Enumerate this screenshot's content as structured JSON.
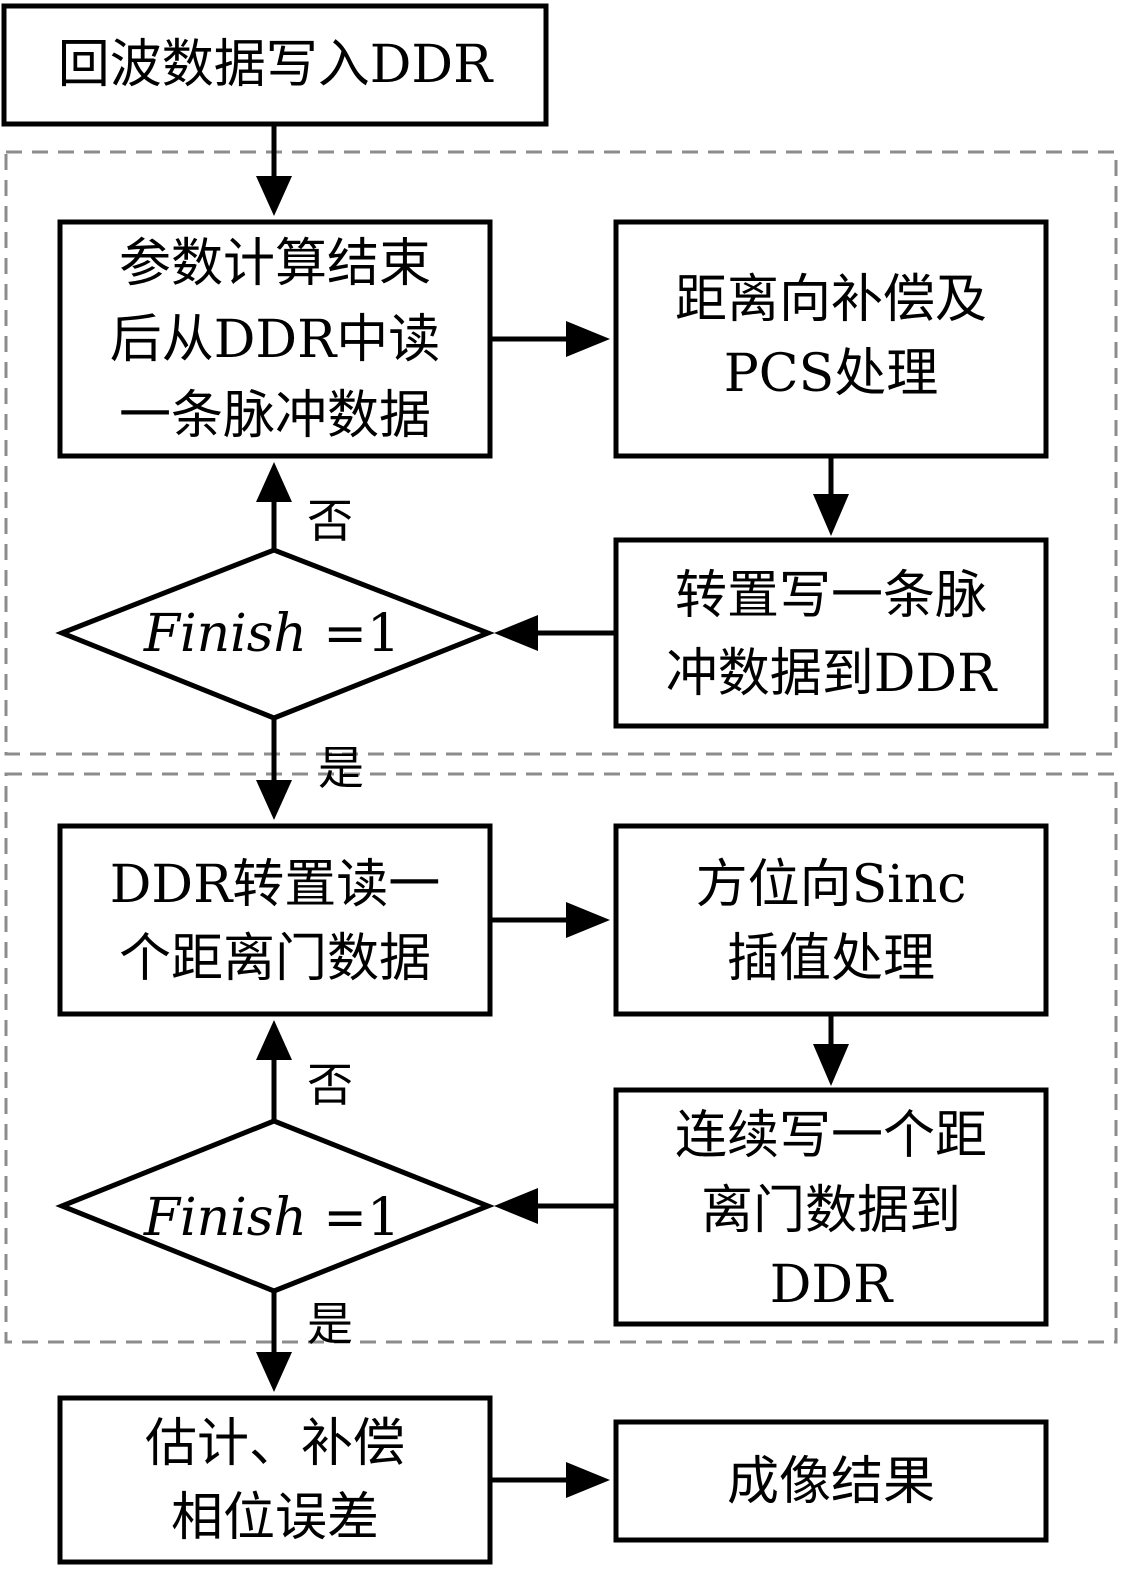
{
  "nodes": {
    "write_echo": {
      "lines": [
        "回波数据写入DDR"
      ]
    },
    "read_pulse": {
      "lines": [
        "参数计算结束",
        "后从DDR中读",
        "一条脉冲数据"
      ]
    },
    "range_comp": {
      "lines": [
        "距离向补偿及",
        "PCS处理"
      ]
    },
    "transpose_write": {
      "lines": [
        "转置写一条脉",
        "冲数据到DDR"
      ]
    },
    "decision1": {
      "var": "Finish",
      "op": " =1"
    },
    "transpose_read": {
      "lines": [
        "DDR转置读一",
        "个距离门数据"
      ]
    },
    "sinc": {
      "lines": [
        "方位向Sinc",
        "插值处理"
      ]
    },
    "cont_write": {
      "lines": [
        "连续写一个距",
        "离门数据到",
        "DDR"
      ]
    },
    "decision2": {
      "var": "Finish",
      "op": " =1"
    },
    "phase_err": {
      "lines": [
        "估计、补偿",
        "相位误差"
      ]
    },
    "result": {
      "lines": [
        "成像结果"
      ]
    }
  },
  "edge_labels": {
    "no1": "否",
    "yes1": "是",
    "no2": "否",
    "yes2": "是"
  }
}
